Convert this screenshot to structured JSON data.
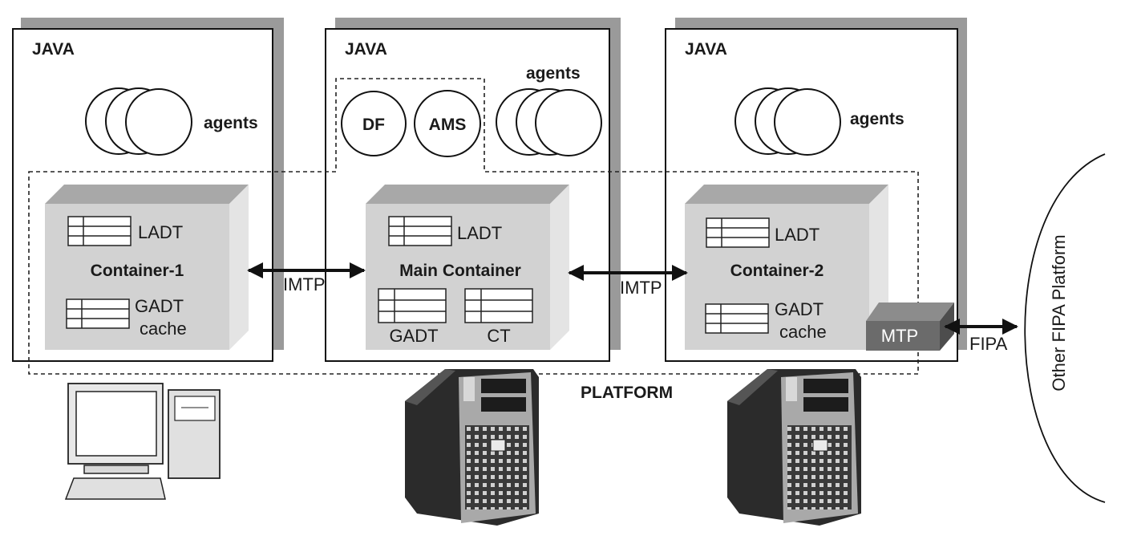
{
  "java_label": "JAVA",
  "left": {
    "agents_label": "agents",
    "container_title": "Container-1",
    "ladt_label": "LADT",
    "gadt_label": "GADT",
    "cache_label": "cache"
  },
  "middle": {
    "agents_label": "agents",
    "df_label": "DF",
    "ams_label": "AMS",
    "container_title": "Main Container",
    "ladt_label": "LADT",
    "gadt_label": "GADT",
    "ct_label": "CT"
  },
  "right": {
    "agents_label": "agents",
    "container_title": "Container-2",
    "ladt_label": "LADT",
    "gadt_label": "GADT",
    "cache_label": "cache",
    "mtp_label": "MTP"
  },
  "imtp_label": "IMTP",
  "fipa_label": "FIPA",
  "platform_label": "PLATFORM",
  "other_platform_label": "Other FIPA Platform"
}
